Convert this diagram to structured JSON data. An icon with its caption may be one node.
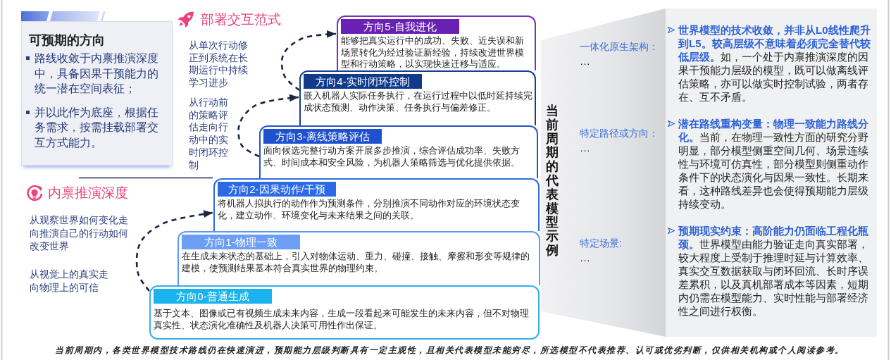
{
  "diagram": {
    "caption": "当前周期内，各类世界模型技术路线仍在快速演进，预期能力层级判断具有一定主观性，且相关代表模型未能穷尽，所选模型不代表推荐、认可或优劣判断，仅供相关机构或个人阅读参考。",
    "nodes": [
      {
        "text": [
          "可预期的方向",
          "路线收敛于内禀推演深度中，具备因果干预能力的统一潜在空间表征；",
          "并以此作为底座，根据任务需求，按需挂载部署交互方式能力。"
        ]
      },
      {
        "text": [
          "方向5-自我进化",
          "能够把真实运行中的成功、失败、近失误和新场景转化为经过验证新经验，持续改进世界模型和行动策略，以实现快速迁移与适应。"
        ]
      },
      {
        "text": [
          "方向4-实时闭环控制",
          "嵌入机器人实际任务执行，在运行过程中以低时延持续完成状态预测、动作决策、任务执行与偏差修正。"
        ]
      },
      {
        "text": [
          "方向3-离线策略评估",
          "面向候选完整行动方案开展多步推演，综合评估成功率、失败方式、时间成本和安全风险，为机器人策略筛选与优化提供依据。"
        ]
      },
      {
        "text": [
          "方向2-因果动作/干预",
          "将机器人拟执行的动作作为预测条件，分别推演不同动作对应的环境状态变化，建立动作、环境变化与未来结果之间的关联。"
        ]
      },
      {
        "text": [
          "方向1-物理一致",
          "在生成未来状态的基础上，引入对物体运动、重力、碰撞、接触、摩擦和形变等规律的建模，使预测结果基本符合真实世界的物理约束。"
        ]
      },
      {
        "text": [
          "方向0-普通生成",
          "基于文本、图像或已有视频生成未来内容，生成一段看起来可能发生的未来内容，但不对物理真实性、状态演化准确性及机器人决策可用性作出保证。"
        ]
      },
      {
        "text": [
          "当前周期的代表模型示例",
          "一体化原生架构：",
          "…",
          "特定路径或方向：",
          "…",
          "特定场景:",
          "…"
        ]
      },
      {
        "text": [
          "**世界模型的技术收敛，并非从L0线性爬升到L5。较高层级不意味着必须完全替代较低层级。**如，一个处于内禀推演深度的因果干预能力层级的模型，既可以做离线评估策略，亦可以做实时控制试验，两者存在、互不矛盾。",
          "**潜在路线重构变量：物理一致能力路线分化。**当前，在物理一致性方面的研究分野明显，部分模型侧重空间几何、场景连续性与环境可仿真性，部分模型则侧重动作条件下的状态演化与因果一致性。长期来看，这种路线差异也会使得预期能力层级持续变动。",
          "**预期现实约束：高阶能力仍面临工程化瓶颈。**世界模型由能力验证走向真实部署，较大程度上受制于推理时延与计算效率、真实交互数据获取与闭环回流、长时序误差累积，以及真机部署成本等因素，短期内仍需在模型能力、实时性能与部署经济性之间进行权衡。"
        ]
      }
    ],
    "edges": [
      {
        "from": 6,
        "to": 4,
        "arrow": "to",
        "style": "dashed"
      },
      {
        "from": 3,
        "to": 2,
        "arrow": "to",
        "style": "dashed"
      },
      {
        "from": 2,
        "to": 1,
        "arrow": "to",
        "style": "dashed"
      }
    ],
    "labels": [
      "部署交互范式",
      "从单次行动修正到系统在长期运行中持续学习进步",
      "从行动前的策略评估走向行动中的实时闭环控制",
      "内禀推演深度",
      "从观察世界如何变化走向推演自己的行动如何改变世界",
      "从视觉上的真实走向物理上的可信"
    ]
  }
}
